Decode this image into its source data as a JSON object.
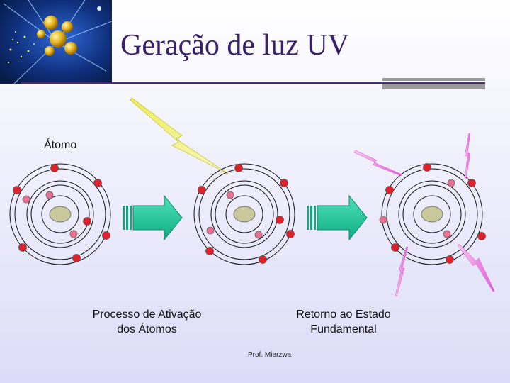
{
  "slide": {
    "title": "Geração de luz UV",
    "atom_label": "Átomo",
    "caption_left_line1": "Processo de Ativação",
    "caption_left_line2": "dos Átomos",
    "caption_right_line1": "Retorno ao Estado",
    "caption_right_line2": "Fundamental",
    "footer": "Prof. Mierzwa"
  },
  "colors": {
    "title": "#3a1f6b",
    "nucleus": "#c8c89a",
    "electron_red": "#e0202a",
    "electron_pink": "#ec6f92",
    "arrow": "#23c79a",
    "lightning_in": "#ecec55",
    "lightning_out": "#e25fd8",
    "rule_dark": "#4a2a72",
    "rule_gray": "#9a9a9a"
  },
  "icons": {
    "corner": "starburst-atom-icon",
    "incoming": "lightning-bolt-icon",
    "outgoing": "uv-ray-icon",
    "transition": "arrow-right-icon"
  }
}
